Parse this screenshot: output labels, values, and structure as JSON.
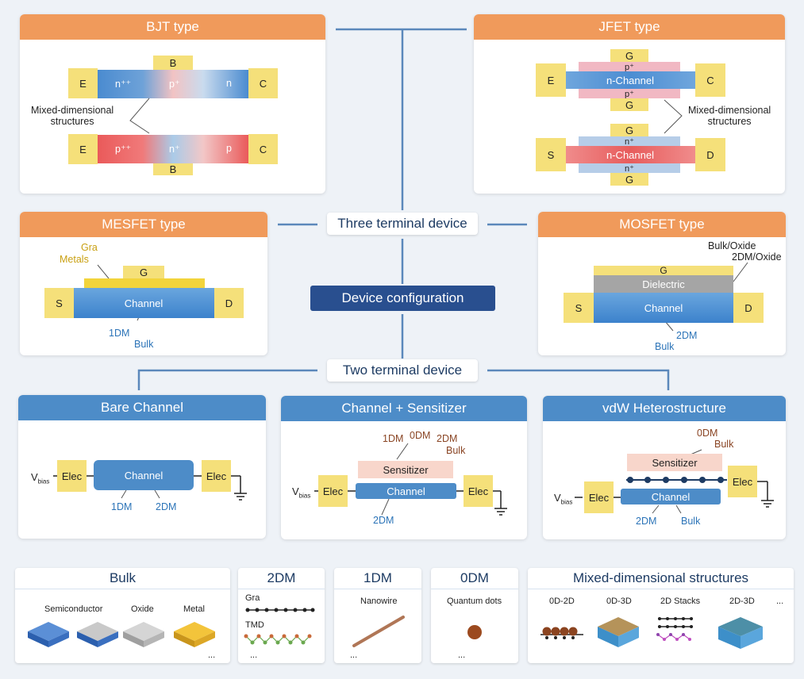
{
  "center": {
    "device_configuration": "Device configuration",
    "three_terminal": "Three terminal device",
    "two_terminal": "Two terminal device"
  },
  "bjt": {
    "title": "BJT type",
    "top": {
      "E": "E",
      "n_pp": "n⁺⁺",
      "p_p": "p⁺",
      "n": "n",
      "C": "C",
      "B": "B"
    },
    "bottom": {
      "E": "E",
      "p_pp": "p⁺⁺",
      "n_p": "n⁺",
      "p": "p",
      "C": "C",
      "B": "B"
    },
    "mixed": "Mixed-dimensional\nstructures"
  },
  "jfet": {
    "title": "JFET type",
    "top": {
      "G1": "G",
      "p1": "p⁺",
      "E": "E",
      "channel": "n-Channel",
      "C": "C",
      "p2": "p⁺",
      "G2": "G"
    },
    "bottom": {
      "G1": "G",
      "n1": "n⁺",
      "S": "S",
      "channel": "n-Channel",
      "D": "D",
      "n2": "n⁺",
      "G2": "G"
    },
    "mixed": "Mixed-dimensional\nstructures"
  },
  "mesfet": {
    "title": "MESFET type",
    "gra": "Gra",
    "metals": "Metals",
    "G": "G",
    "S": "S",
    "D": "D",
    "channel": "Channel",
    "dim1": "1DM",
    "bulk": "Bulk"
  },
  "mosfet": {
    "title": "MOSFET type",
    "bulk_oxide": "Bulk/Oxide",
    "oxide_2dm": "2DM/Oxide",
    "G": "G",
    "dielectric": "Dielectric",
    "S": "S",
    "D": "D",
    "channel": "Channel",
    "dim2": "2DM",
    "bulk": "Bulk"
  },
  "bare": {
    "title": "Bare Channel",
    "vbias": "V",
    "vbias_sub": "bias",
    "elec_l": "Elec",
    "elec_r": "Elec",
    "channel": "Channel",
    "d1": "1DM",
    "d2": "2DM"
  },
  "sens": {
    "title": "Channel + Sensitizer",
    "d1": "1DM",
    "d0": "0DM",
    "d2": "2DM",
    "bulk": "Bulk",
    "sensitizer": "Sensitizer",
    "vbias": "V",
    "vbias_sub": "bias",
    "elec_l": "Elec",
    "elec_r": "Elec",
    "channel": "Channel",
    "ch_d2": "2DM"
  },
  "vdw": {
    "title": "vdW Heterostructure",
    "d0": "0DM",
    "bulk_top": "Bulk",
    "sensitizer": "Sensitizer",
    "elec_r": "Elec",
    "vbias": "V",
    "vbias_sub": "bias",
    "elec_l": "Elec",
    "channel": "Channel",
    "d2": "2DM",
    "bulk": "Bulk"
  },
  "materials": {
    "bulk": {
      "title": "Bulk",
      "semiconductor": "Semiconductor",
      "oxide": "Oxide",
      "metal": "Metal",
      "more": "..."
    },
    "dim2": {
      "title": "2DM",
      "gra": "Gra",
      "tmd": "TMD",
      "more": "..."
    },
    "dim1": {
      "title": "1DM",
      "nanowire": "Nanowire",
      "more": "..."
    },
    "dim0": {
      "title": "0DM",
      "qd": "Quantum dots",
      "more": "..."
    },
    "mixed": {
      "title": "Mixed-dimensional structures",
      "a": "0D-2D",
      "b": "0D-3D",
      "c": "2D Stacks",
      "d": "2D-3D",
      "more": "..."
    }
  },
  "colors": {
    "orange": "#f09a5b",
    "blue_header": "#4d8cc8",
    "navy": "#294f8f",
    "electrode": "#f5e07a"
  }
}
